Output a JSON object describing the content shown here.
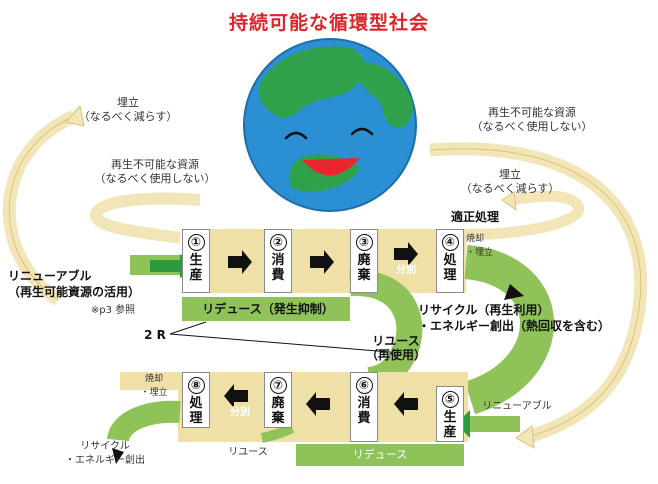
{
  "title": "持続可能な循環型社会",
  "labels": {
    "landfill_top_left": "埋立\n（なるべく減らす）",
    "nonrenew_left": "再生不可能な資源\n（なるべく使用しない）",
    "nonrenew_right": "再生不可能な資源\n（なるべく使用しない）",
    "landfill_right": "埋立\n（なるべく減らす）",
    "proper_treatment": "適正処理",
    "incinerate_landfill_top": "焼却\n・埋立",
    "renewable": "リニューアブル\n（再生可能資源の活用）",
    "renewable_note": "※p3 参照",
    "reduce_top": "リデュース（発生抑制）",
    "two_r": "2 R",
    "reuse_mid": "リユース\n（再使用）",
    "recycle_mid": "リサイクル（再生利用）\n・エネルギー創出（熱回収を含む）",
    "sort_top": "分別",
    "sort_bottom": "分別",
    "incinerate_landfill_bottom": "焼却\n・埋立",
    "recycle_bottom": "リサイクル\n・エネルギー創出",
    "reuse_bottom": "リユース",
    "reduce_bottom": "リデュース",
    "renewable_bottom": "リニューアブル"
  },
  "stages": [
    {
      "num": "①",
      "c1": "生",
      "c2": "産"
    },
    {
      "num": "②",
      "c1": "消",
      "c2": "費"
    },
    {
      "num": "③",
      "c1": "廃",
      "c2": "棄"
    },
    {
      "num": "④",
      "c1": "処",
      "c2": "理"
    },
    {
      "num": "⑤",
      "c1": "生",
      "c2": "産"
    },
    {
      "num": "⑥",
      "c1": "消",
      "c2": "費"
    },
    {
      "num": "⑦",
      "c1": "廃",
      "c2": "棄"
    },
    {
      "num": "⑧",
      "c1": "処",
      "c2": "理"
    }
  ],
  "colors": {
    "title": "#d8262b",
    "earth_ocean": "#2b8fd4",
    "earth_land": "#2fa14a",
    "flow_tan": "#efe0a8",
    "flow_green": "#8fc35a",
    "arrow_green": "#2e9a3e",
    "cream_arrow": "#f2e6b8"
  }
}
